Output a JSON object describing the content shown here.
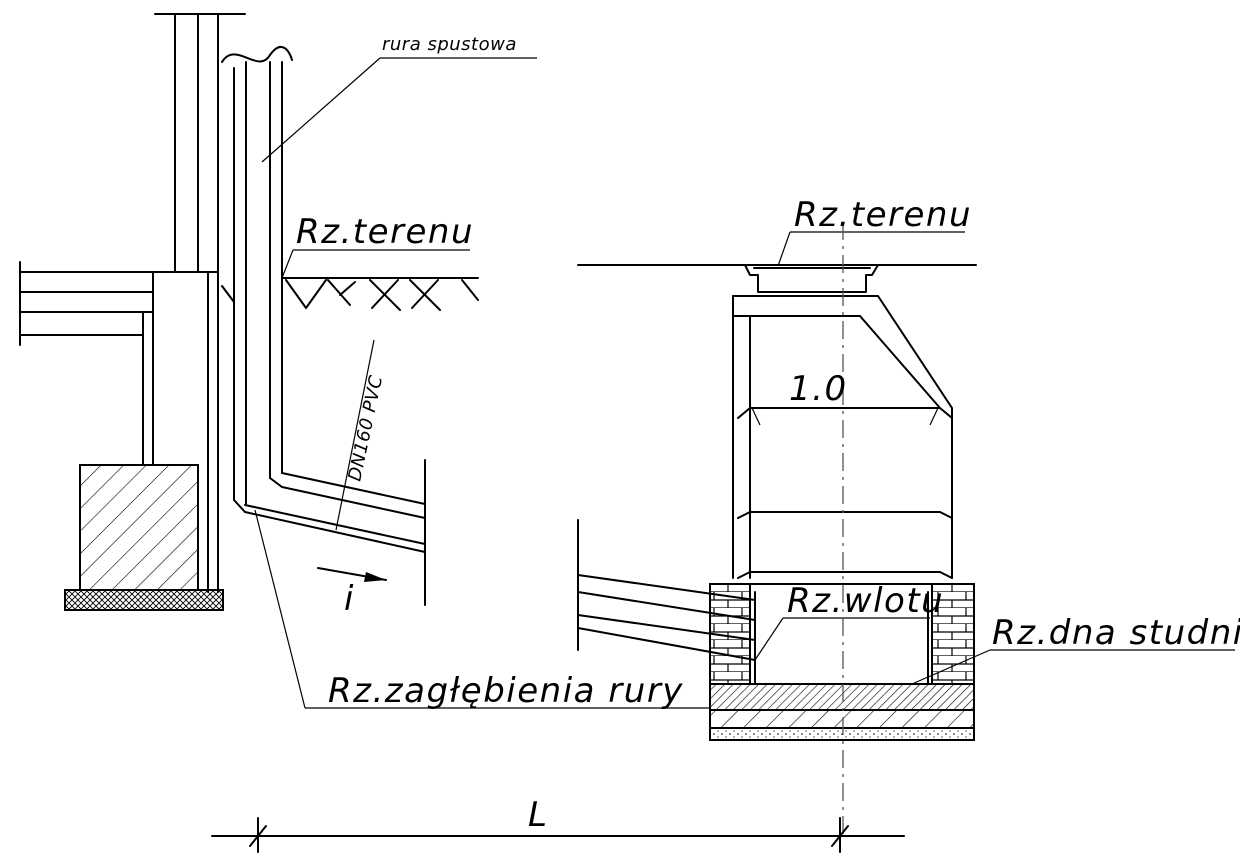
{
  "labels": {
    "downpipe": "rura spustowa",
    "ground_left": "Rz.terenu",
    "ground_right": "Rz.terenu",
    "pipe_spec": "DN160 PVC",
    "slope": "i",
    "pipe_depth": "Rz.zagłębienia rury",
    "inlet": "Rz.wlotu",
    "well_bottom": "Rz.dna studni",
    "well_diameter": "1.0",
    "distance": "L"
  },
  "colors": {
    "line": "#000000",
    "axis": "#555555",
    "background": "#ffffff"
  }
}
